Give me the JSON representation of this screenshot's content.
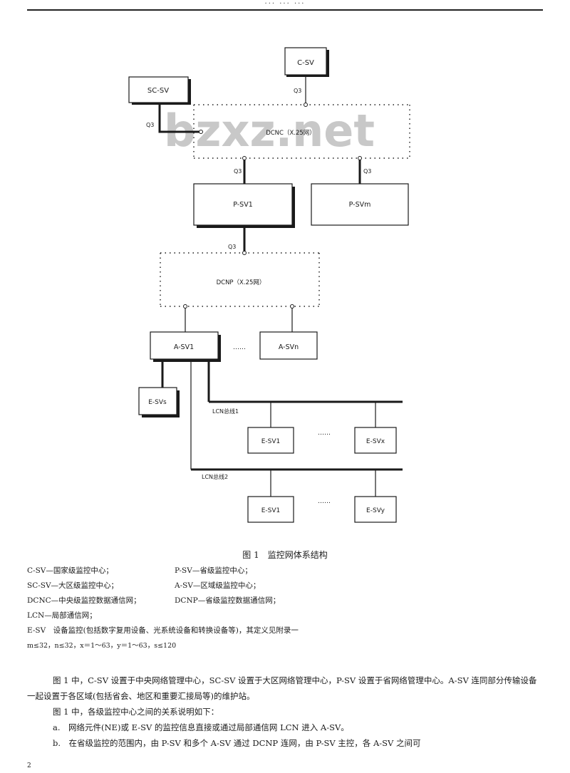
{
  "header": {
    "text": "··· ··· ···"
  },
  "watermark": "bzxz.net",
  "diagram": {
    "nodes": {
      "c_sv": "C-SV",
      "sc_sv": "SC-SV",
      "p_sv1": "P-SV1",
      "p_svm": "P-SVm",
      "a_sv1": "A-SV1",
      "a_svn": "A-SVn",
      "e_svs": "E-SVs",
      "e_sv1a": "E-SV1",
      "e_svx": "E-SVx",
      "e_sv1b": "E-SV1",
      "e_svy": "E-SVy"
    },
    "networks": {
      "dcnc": "DCNC（X.25网）",
      "dcnp": "DCNP（X.25网）",
      "lcn1": "LCN总线1",
      "lcn2": "LCN总线2"
    },
    "interfaces": {
      "q3_c": "Q3",
      "q3_sc": "Q3",
      "q3_p1": "Q3",
      "q3_pm": "Q3",
      "q3_p1_down": "Q3"
    },
    "ellipsis": "……"
  },
  "caption": "图 1　监控网体系结构",
  "legend": [
    {
      "left": "C-SV—国家级监控中心；",
      "right": "P-SV—省级监控中心；"
    },
    {
      "left": "SC-SV—大区级监控中心；",
      "right": "A-SV—区域级监控中心；"
    },
    {
      "left": "DCNC—中央级监控数据通信网；",
      "right": "DCNP—省级监控数据通信网；"
    },
    {
      "left": "LCN—局部通信网；",
      "right": ""
    }
  ],
  "legend_full": "E-SV　设备监控(包括数字复用设备、光系统设备和转换设备等)，其定义见附录一",
  "ranges": "m≤32，n≤32，x＝1～63，y＝1～63，s≤120",
  "paragraphs": [
    "图 1 中，C-SV 设置于中央网络管理中心，SC-SV 设置于大区网络管理中心，P-SV 设置于省网络管理中心。A-SV 连同部分传输设备一起设置于各区域(包括省会、地区和重要汇接局等)的维护站。",
    "图 1 中，各级监控中心之间的关系说明如下：",
    "a.　网络元件(NE)或 E-SV 的监控信息直接或通过局部通信网 LCN 进入 A-SV。",
    "b.　在省级监控的范围内，由 P-SV 和多个 A-SV 通过 DCNP 连网，由 P-SV 主控，各 A-SV 之间可"
  ],
  "page_number": "2"
}
